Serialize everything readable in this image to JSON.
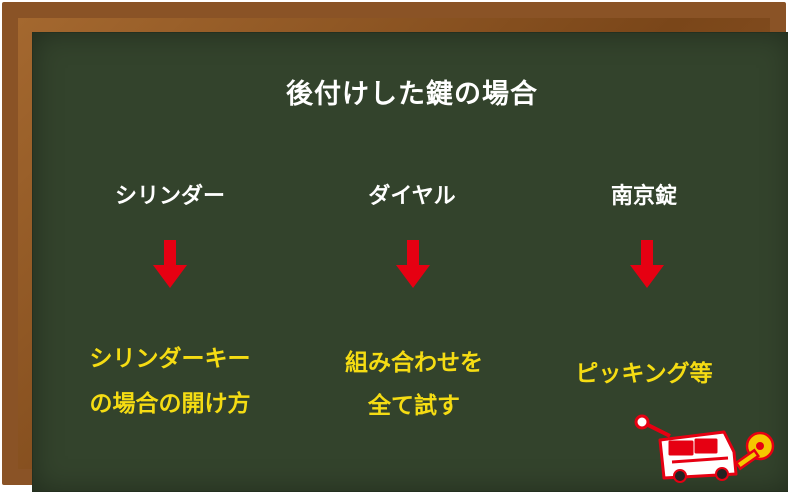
{
  "title": "後付けした鍵の場合",
  "columns": [
    {
      "heading": "シリンダー",
      "answer_lines": [
        "シリンダーキー",
        "の場合の開け方"
      ]
    },
    {
      "heading": "ダイヤル",
      "answer_lines": [
        "組み合わせを",
        "全て試す"
      ]
    },
    {
      "heading": "南京錠",
      "answer_lines": [
        "ピッキング等"
      ]
    }
  ],
  "colors": {
    "board": "#33432c",
    "frame": "#8a5326",
    "heading": "#ffffff",
    "answer": "#f5dc13",
    "arrow": "#e60012"
  },
  "icons": [
    "down-arrow-icon",
    "van-key-logo"
  ]
}
